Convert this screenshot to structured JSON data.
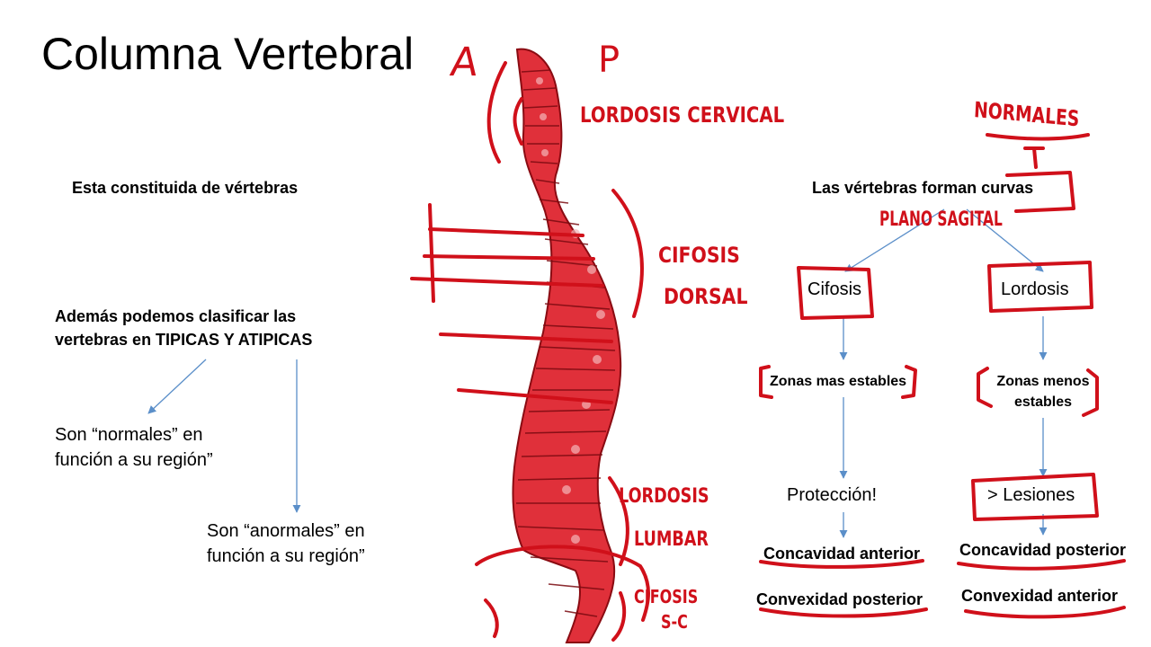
{
  "slide": {
    "title": "Columna Vertebral",
    "left": {
      "intro": "Esta constituida de vértebras",
      "classify_line1": "Además podemos clasificar las",
      "classify_line2": "vertebras en TIPICAS Y ATIPICAS",
      "normal_line1": "Son “normales” en",
      "normal_line2": "función a su región”",
      "abnormal_line1": "Son “anormales” en",
      "abnormal_line2": "función a su región”"
    },
    "right": {
      "curves_heading": "Las vértebras forman curvas",
      "cifosis": {
        "label": "Cifosis",
        "zone": "Zonas mas estables",
        "result": "Protección!",
        "concavity": "Concavidad anterior",
        "convexity": "Convexidad  posterior"
      },
      "lordosis": {
        "label": "Lordosis",
        "zone_line1": "Zonas menos",
        "zone_line2": "estables",
        "result": "> Lesiones",
        "concavity": "Concavidad posterior",
        "convexity": "Convexidad  anterior"
      }
    },
    "annotations": {
      "anterior": "A",
      "posterior": "P",
      "cervical_lordosis": "LORDOSIS CERVICAL",
      "dorsal_kyphosis_1": "CIFOSIS",
      "dorsal_kyphosis_2": "DORSAL",
      "lumbar_lordosis_1": "LORDOSIS",
      "lumbar_lordosis_2": "LUMBAR",
      "sacral_kyphosis_1": "CIFOSIS",
      "sacral_kyphosis_2": "S-C",
      "normales": "NORMALES",
      "plano_sagital": "PLANO SAGITAL"
    },
    "colors": {
      "ink": "#d0101a",
      "spine": "#e0303a",
      "arrow": "#5b8fc9"
    }
  }
}
